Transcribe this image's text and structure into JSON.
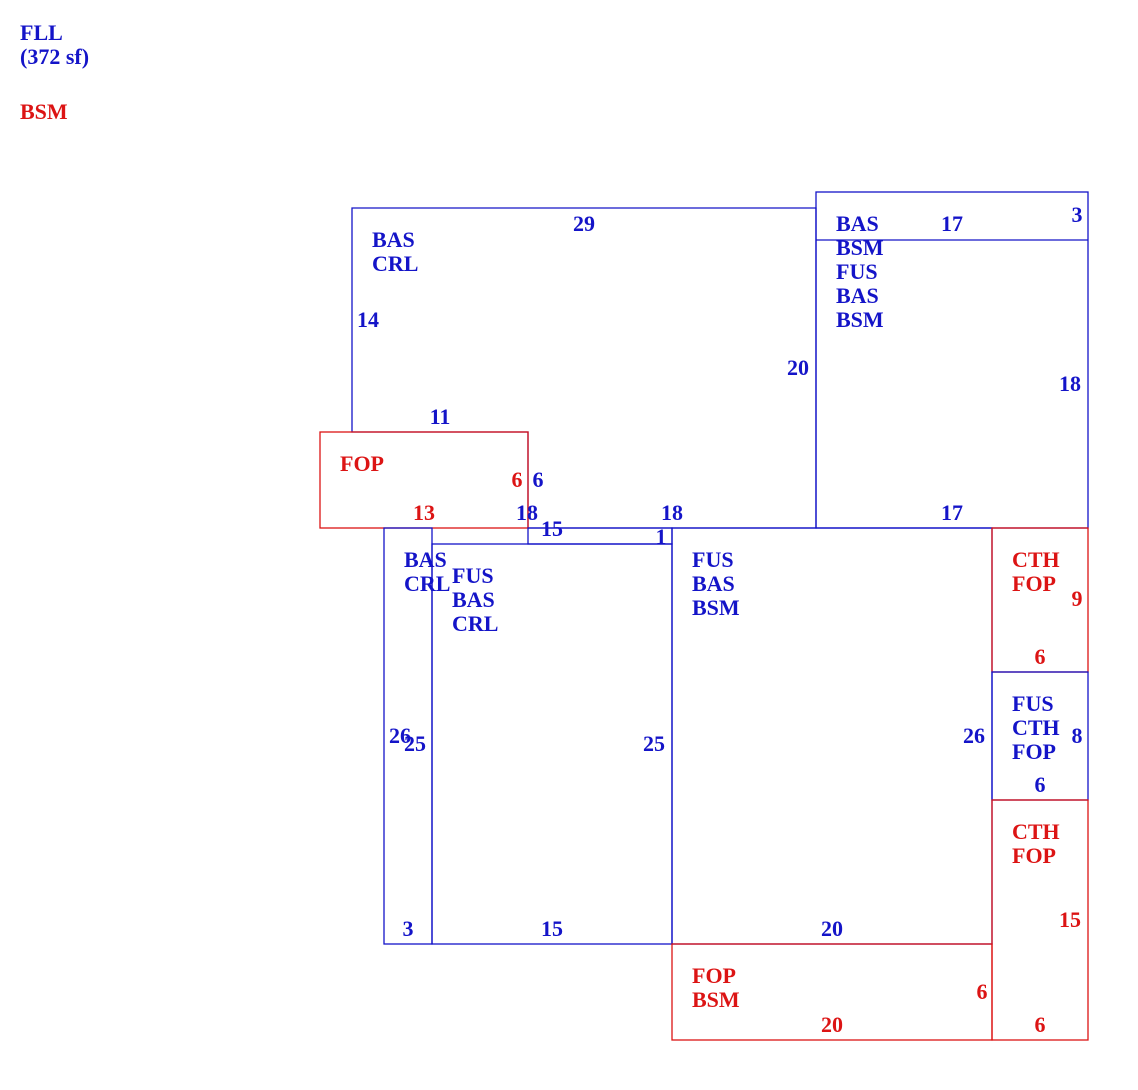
{
  "colors": {
    "blue": "#1414c8",
    "red": "#dc1414"
  },
  "header": {
    "line1": "FLL",
    "line2": "(372 sf)",
    "note": "BSM"
  },
  "areas": [
    {
      "id": "top-left",
      "color": "blue",
      "labels": [
        "BAS",
        "CRL"
      ],
      "dims": [
        "29",
        "14",
        "11",
        "20",
        "6",
        "18"
      ]
    },
    {
      "id": "top-right",
      "color": "blue",
      "labels": [
        "BAS",
        "BSM",
        "FUS",
        "BAS",
        "BSM"
      ],
      "dims": [
        "17",
        "3",
        "18",
        "17"
      ]
    },
    {
      "id": "fop-left",
      "color": "red",
      "labels": [
        "FOP"
      ],
      "dims": [
        "6",
        "13"
      ]
    },
    {
      "id": "mid-left-strip",
      "color": "blue",
      "labels": [
        "BAS",
        "CRL"
      ],
      "dims": [
        "26",
        "3"
      ]
    },
    {
      "id": "connector",
      "color": "blue",
      "labels": [],
      "dims": [
        "15",
        "1"
      ]
    },
    {
      "id": "mid-left",
      "color": "blue",
      "labels": [
        "FUS",
        "BAS",
        "CRL"
      ],
      "dims": [
        "25",
        "25",
        "15"
      ]
    },
    {
      "id": "center",
      "color": "blue",
      "labels": [
        "FUS",
        "BAS",
        "BSM"
      ],
      "dims": [
        "18",
        "26",
        "20"
      ]
    },
    {
      "id": "right-top",
      "color": "red",
      "labels": [
        "CTH",
        "FOP"
      ],
      "dims": [
        "9",
        "6"
      ]
    },
    {
      "id": "right-mid",
      "color": "blue",
      "labels": [
        "FUS",
        "CTH",
        "FOP"
      ],
      "dims": [
        "8",
        "6"
      ]
    },
    {
      "id": "right-bottom",
      "color": "red",
      "labels": [
        "CTH",
        "FOP"
      ],
      "dims": [
        "15",
        "6"
      ]
    },
    {
      "id": "bottom",
      "color": "red",
      "labels": [
        "FOP",
        "BSM"
      ],
      "dims": [
        "6",
        "20"
      ]
    }
  ]
}
